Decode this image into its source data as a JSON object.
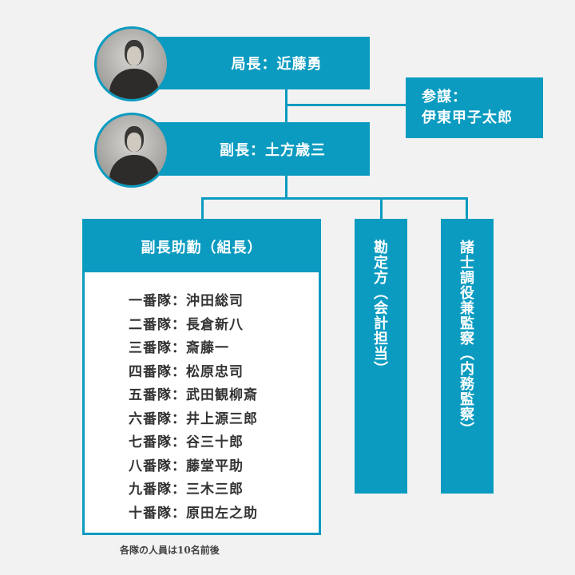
{
  "chief": {
    "label": "局長：近藤勇",
    "photo": "portrait-kondo-isami"
  },
  "staff_officer": {
    "line1": "参謀：",
    "line2": "伊東甲子太郎"
  },
  "vice_chief": {
    "label": "副長：土方歳三",
    "photo": "portrait-hijikata-toshizo"
  },
  "assistant": {
    "title": "副長助勤（組長）",
    "units": [
      "一番隊：沖田総司",
      "二番隊：長倉新八",
      "三番隊：斎藤一",
      "四番隊：松原忠司",
      "五番隊：武田観柳斎",
      "六番隊：井上源三郎",
      "七番隊：谷三十郎",
      "八番隊：藤堂平助",
      "九番隊：三木三郎",
      "十番隊：原田左之助"
    ],
    "note": "各隊の人員は10名前後"
  },
  "accounting": {
    "label": "勘定方（会計担当）"
  },
  "inspection": {
    "label": "諸士調役兼監察（内務監察）"
  },
  "colors": {
    "accent": "#0b9bc0",
    "background": "#f2f2f2"
  }
}
